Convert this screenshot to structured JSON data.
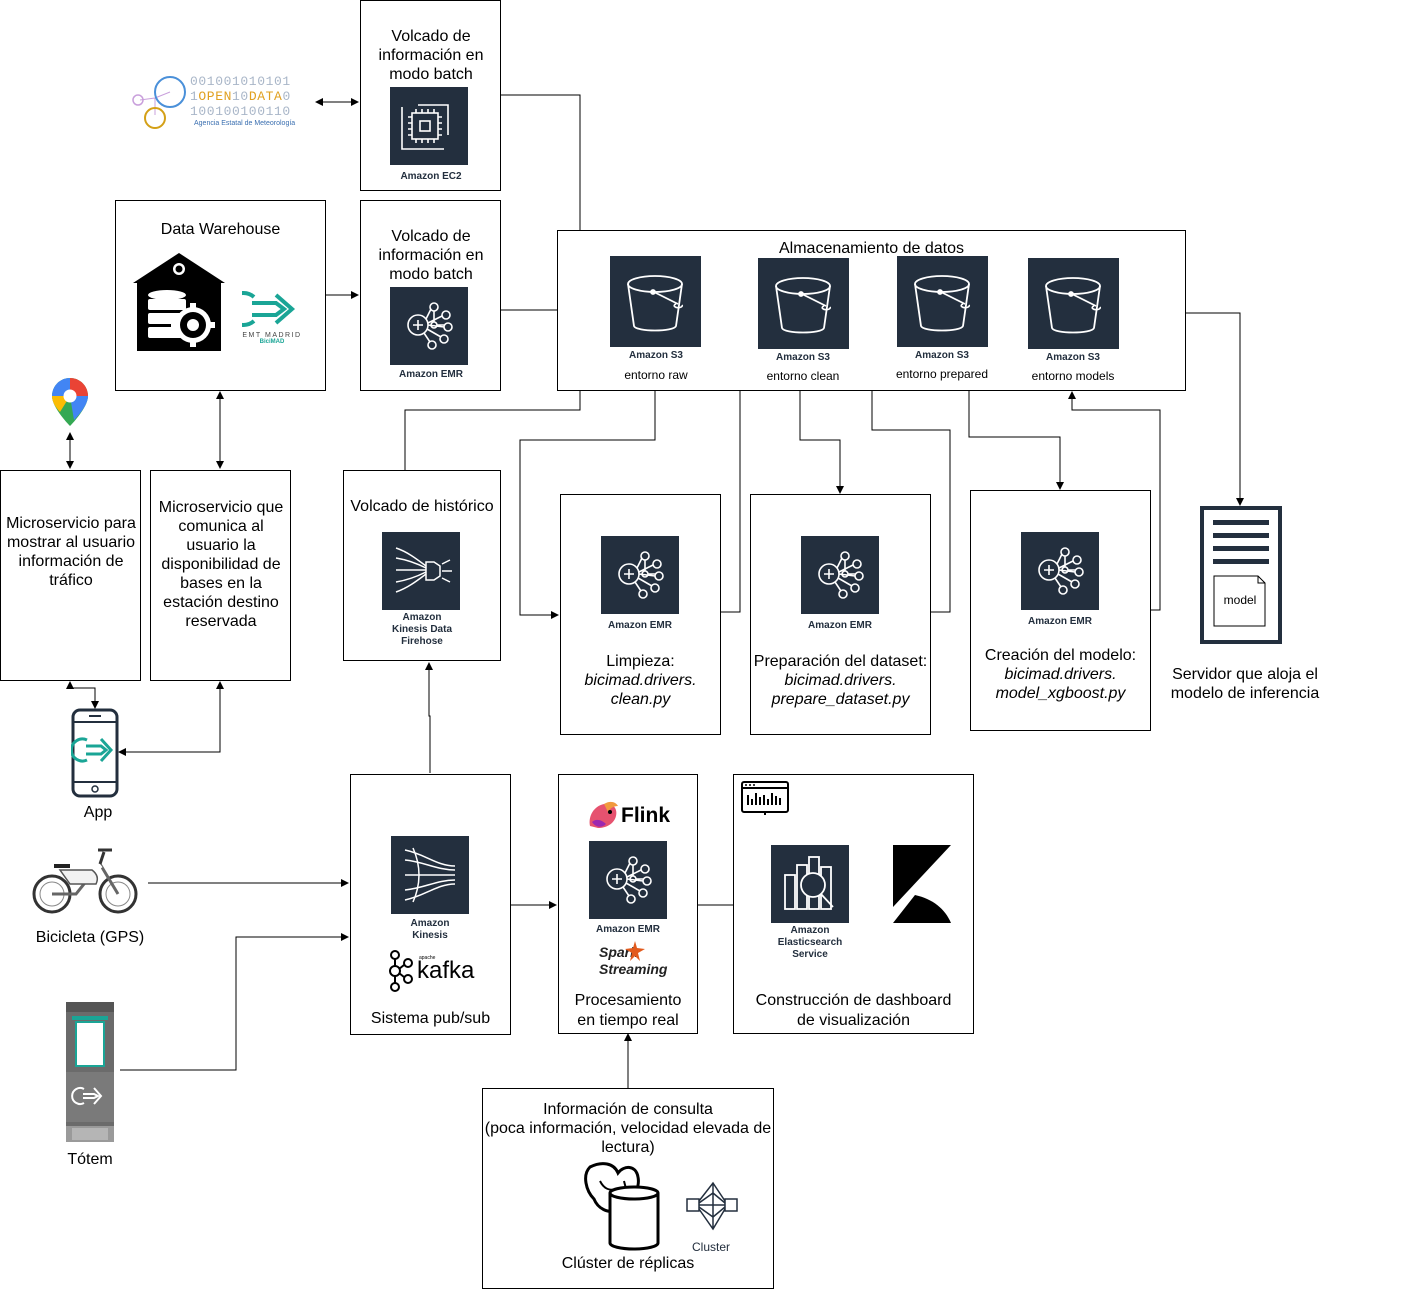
{
  "opendata": {
    "bits1": "001001010101",
    "line2_a": "1",
    "line2_open": "OPEN",
    "line2_b": "10",
    "line2_data": "DATA",
    "line2_c": "0",
    "bits3": "100100100110",
    "agency": "Agencia Estatal de Meteorología"
  },
  "batch_ec2": {
    "title": "Volcado de información en modo batch",
    "service": "Amazon EC2"
  },
  "batch_emr": {
    "title": "Volcado de información en modo batch",
    "service": "Amazon EMR"
  },
  "warehouse": {
    "title": "Data Warehouse",
    "logo_line1": "EMT MADRID",
    "logo_line2": "BiciMAD"
  },
  "storage": {
    "title": "Almacenamiento de datos",
    "buckets": [
      {
        "service": "Amazon S3",
        "env": "entorno raw"
      },
      {
        "service": "Amazon S3",
        "env": "entorno clean"
      },
      {
        "service": "Amazon S3",
        "env": "entorno prepared"
      },
      {
        "service": "Amazon S3",
        "env": "entorno models"
      }
    ]
  },
  "microservice_traffic": {
    "text": "Microservicio para mostrar al usuario información de tráfico"
  },
  "microservice_bases": {
    "text": "Microservicio que comunica al usuario la disponibilidad de bases en la estación destino reservada"
  },
  "historic": {
    "title": "Volcado de histórico",
    "service_l1": "Amazon",
    "service_l2": "Kinesis Data",
    "service_l3": "Firehose"
  },
  "cleaning": {
    "service": "Amazon EMR",
    "label": "Limpieza:",
    "script_l1": "bicimad.drivers.",
    "script_l2": "clean.py"
  },
  "preparation": {
    "service": "Amazon EMR",
    "label": "Preparación del dataset:",
    "script_l1": "bicimad.drivers.",
    "script_l2": "prepare_dataset.py"
  },
  "model_creation": {
    "service": "Amazon EMR",
    "label": "Creación del modelo:",
    "script_l1": "bicimad.drivers.",
    "script_l2": "model_xgboost.py"
  },
  "server": {
    "doc_label": "model",
    "caption_l1": "Servidor que aloja el",
    "caption_l2": "modelo de inferencia"
  },
  "app": {
    "label": "App"
  },
  "bike": {
    "label": "Bicicleta (GPS)"
  },
  "totem": {
    "label": "Tótem"
  },
  "pubsub": {
    "service_l1": "Amazon",
    "service_l2": "Kinesis",
    "kafka": "kafka",
    "kafka_small": "apache",
    "title": "Sistema pub/sub"
  },
  "realtime": {
    "flink": "Flink",
    "service": "Amazon EMR",
    "spark": "Spark",
    "streaming": "Streaming",
    "title_l1": "Procesamiento",
    "title_l2": "en tiempo real"
  },
  "dashboard": {
    "service_l1": "Amazon",
    "service_l2": "Elasticsearch",
    "service_l3": "Service",
    "title_l1": "Construcción de dashboard",
    "title_l2": "de visualización"
  },
  "query": {
    "title_l1": "Información de consulta",
    "title_l2": "(poca información, velocidad elevada de",
    "title_l3": "lectura)",
    "cluster_icon_label": "Cluster",
    "caption": "Clúster de réplicas"
  },
  "colors": {
    "aws_dark": "#232f3e",
    "bicimad_teal": "#1aa596",
    "google_red": "#ea4335",
    "google_blue": "#4285f4",
    "google_green": "#34a853",
    "google_yellow": "#fbbc04"
  }
}
